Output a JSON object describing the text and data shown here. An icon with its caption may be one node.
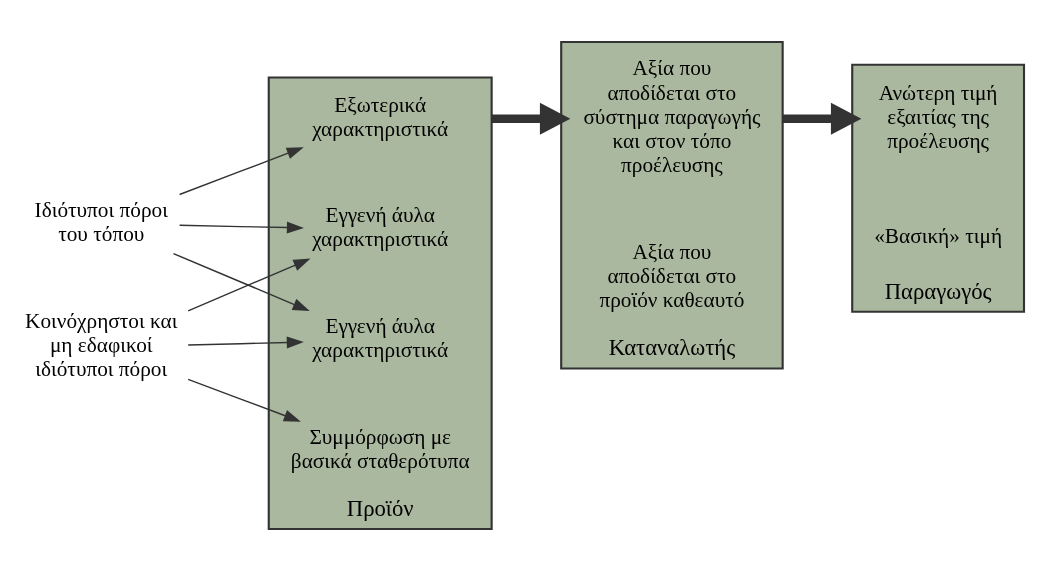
{
  "diagram": {
    "nodes": [
      {
        "text": [
          "Ιδιότυποι πόροι του τόπου"
        ]
      },
      {
        "text": [
          "Κοινόχρηστοι και μη εδαφικοί ιδιότυποι πόροι"
        ]
      },
      {
        "text": [
          "Προϊόν"
        ]
      },
      {
        "text": [
          "Εξωτερικά χαρακτηριστικά"
        ],
        "in": 2
      },
      {
        "text": [
          "Εγγενή άυλα χαρακτηριστικά"
        ],
        "in": 2
      },
      {
        "text": [
          "Εγγενή άυλα χαρακτηριστικά"
        ],
        "in": 2
      },
      {
        "text": [
          "Συμμόρφωση με βασικά σταθερότυπα"
        ],
        "in": 2
      },
      {
        "text": [
          "Καταναλωτής"
        ]
      },
      {
        "text": [
          "Αξία που αποδίδεται στο σύστημα παραγωγής και στον τόπο προέλευσης"
        ],
        "in": 7
      },
      {
        "text": [
          "Αξία που αποδίδεται στο προϊόν καθεαυτό"
        ],
        "in": 7
      },
      {
        "text": [
          "Παραγωγός"
        ]
      },
      {
        "text": [
          "Ανώτερη τιμή εξαιτίας της προέλευσης"
        ],
        "in": 10
      },
      {
        "text": [
          "«Βασική» τιμή"
        ],
        "in": 10
      }
    ],
    "edges": [
      {
        "from": 0,
        "to": 3,
        "arrow": "to"
      },
      {
        "from": 0,
        "to": 4,
        "arrow": "to"
      },
      {
        "from": 0,
        "to": 5,
        "arrow": "to"
      },
      {
        "from": 1,
        "to": 4,
        "arrow": "to"
      },
      {
        "from": 1,
        "to": 5,
        "arrow": "to"
      },
      {
        "from": 1,
        "to": 6,
        "arrow": "to"
      },
      {
        "from": 2,
        "to": 7,
        "arrow": "to",
        "style": "thick"
      },
      {
        "from": 7,
        "to": 10,
        "arrow": "to",
        "style": "thick"
      }
    ]
  }
}
